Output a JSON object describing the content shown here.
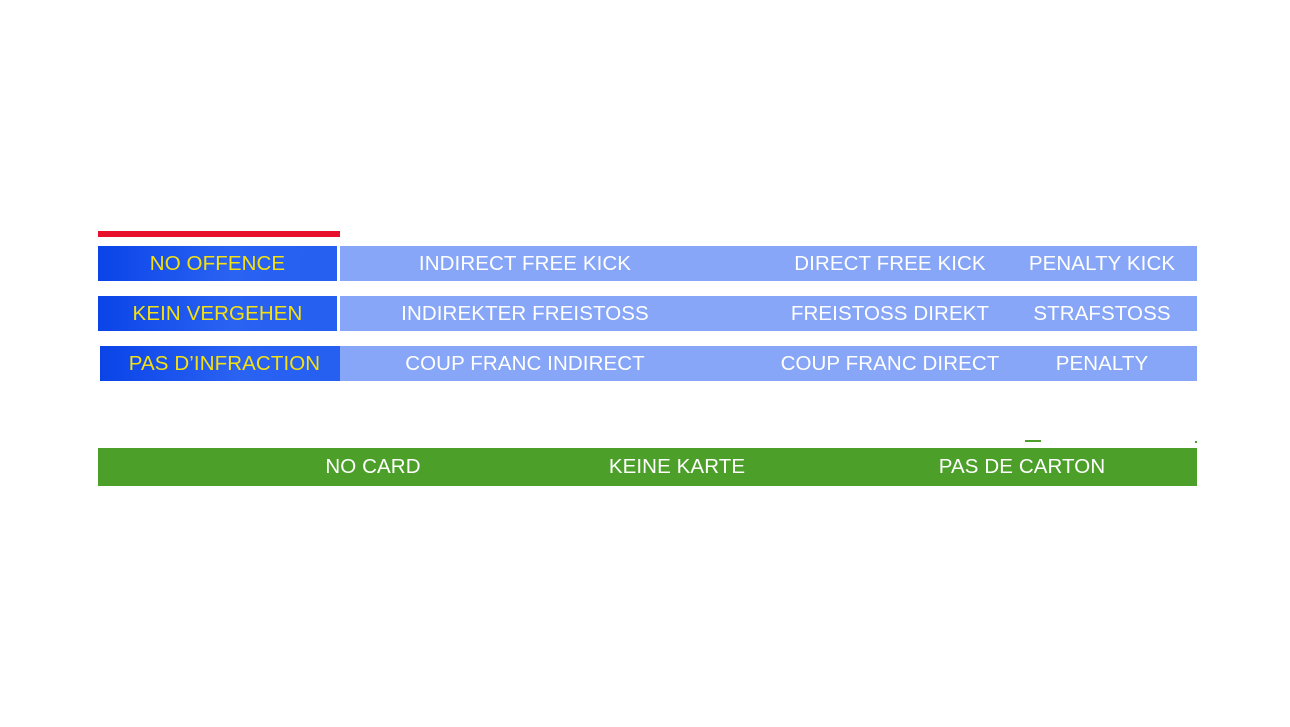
{
  "theme": {
    "background": "#ffffff",
    "accent_red": "#E8112D",
    "offence_blue": "#2560F0",
    "offence_text_yellow": "#F5E010",
    "sanction_blue": "#87A6F7",
    "card_green": "#4CA02A",
    "text_white": "#FFFFFF"
  },
  "offence_table": {
    "rows": [
      {
        "language": "english",
        "no_offence": "NO OFFENCE",
        "sanctions": [
          "INDIRECT FREE KICK",
          "DIRECT FREE KICK",
          "PENALTY KICK"
        ]
      },
      {
        "language": "german",
        "no_offence": "KEIN VERGEHEN",
        "sanctions": [
          "INDIREKTER FREISTOSS",
          "FREISTOSS DIREKT",
          "STRAFSTOSS"
        ]
      },
      {
        "language": "french",
        "no_offence": "PAS D’INFRACTION",
        "sanctions": [
          "COUP FRANC INDIRECT",
          "COUP FRANC DIRECT",
          "PENALTY"
        ]
      }
    ]
  },
  "card_bar": {
    "cells": [
      "NO CARD",
      "KEINE KARTE",
      "PAS DE CARTON"
    ]
  }
}
